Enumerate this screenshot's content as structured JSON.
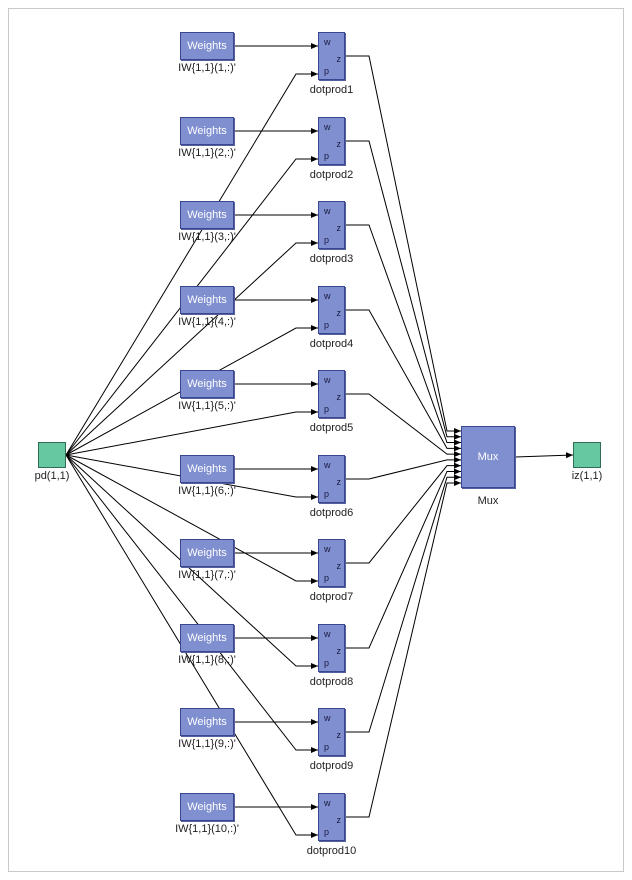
{
  "input": {
    "label": "pd(1,1)"
  },
  "output": {
    "label": "iz(1,1)"
  },
  "mux": {
    "text": "Mux",
    "label": "Mux"
  },
  "rows": [
    {
      "weights_text": "Weights",
      "weights_label": "IW{1,1}(1,:)'",
      "dot_label": "dotprod1"
    },
    {
      "weights_text": "Weights",
      "weights_label": "IW{1,1}(2,:)'",
      "dot_label": "dotprod2"
    },
    {
      "weights_text": "Weights",
      "weights_label": "IW{1,1}(3,:)'",
      "dot_label": "dotprod3"
    },
    {
      "weights_text": "Weights",
      "weights_label": "IW{1,1}(4,:)'",
      "dot_label": "dotprod4"
    },
    {
      "weights_text": "Weights",
      "weights_label": "IW{1,1}(5,:)'",
      "dot_label": "dotprod5"
    },
    {
      "weights_text": "Weights",
      "weights_label": "IW{1,1}(6,:)'",
      "dot_label": "dotprod6"
    },
    {
      "weights_text": "Weights",
      "weights_label": "IW{1,1}(7,:)'",
      "dot_label": "dotprod7"
    },
    {
      "weights_text": "Weights",
      "weights_label": "IW{1,1}(8,:)'",
      "dot_label": "dotprod8"
    },
    {
      "weights_text": "Weights",
      "weights_label": "IW{1,1}(9,:)'",
      "dot_label": "dotprod9"
    },
    {
      "weights_text": "Weights",
      "weights_label": "IW{1,1}(10,:)'",
      "dot_label": "dotprod10"
    }
  ],
  "dot_ports": {
    "w": "w",
    "z": "z",
    "p": "p"
  },
  "colors": {
    "block_fill": "#7f8fd0",
    "block_border": "#3a4690",
    "port_fill": "#66c8a0",
    "wire": "#000000"
  }
}
